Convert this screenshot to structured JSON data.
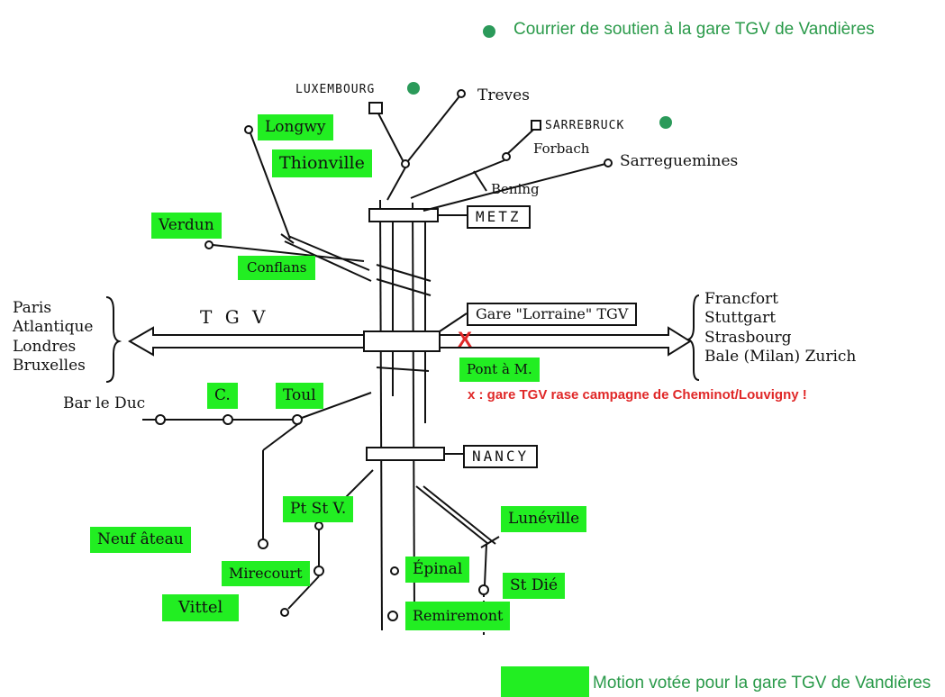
{
  "legend": {
    "support_letter": "Courrier de soutien à la gare TGV de Vandières",
    "motion_voted": "Motion votée pour la gare TGV de Vandières",
    "green_dot_color": "#2b9a5a",
    "highlight_color": "#22ee22"
  },
  "stations": {
    "luxembourg": "LUXEMBOURG",
    "treves": "Treves",
    "sarrebruck": "SARREBRUCK",
    "forbach": "Forbach",
    "sarreguemines": "Sarreguemines",
    "bening": "Bening",
    "longwy": "Longwy",
    "thionville": "Thionville",
    "verdun": "Verdun",
    "conflans": "Conflans",
    "metz": "METZ",
    "gare_lorraine": "Gare \"Lorraine\" TGV",
    "tgv": "T G V",
    "pont_a_m": "Pont à M.",
    "bar_le_duc": "Bar le Duc",
    "commercy": "C.",
    "toul": "Toul",
    "nancy": "NANCY",
    "pt_st_v": "Pt St V.",
    "neufchateau": "Neuf âteau",
    "mirecourt": "Mirecourt",
    "vittel": "Vittel",
    "epinal": "Épinal",
    "remiremont": "Remiremont",
    "luneville": "Lunéville",
    "st_die": "St Dié"
  },
  "west_destinations": [
    "Paris",
    "Atlantique",
    "Londres",
    "Bruxelles"
  ],
  "east_destinations": [
    "Francfort",
    "Stuttgart",
    "Strasbourg",
    "Bale (Milan) Zurich"
  ],
  "annotation": {
    "marker": "X",
    "note": "x : gare TGV rase campagne de Cheminot/Louvigny !",
    "color": "#e02828"
  }
}
